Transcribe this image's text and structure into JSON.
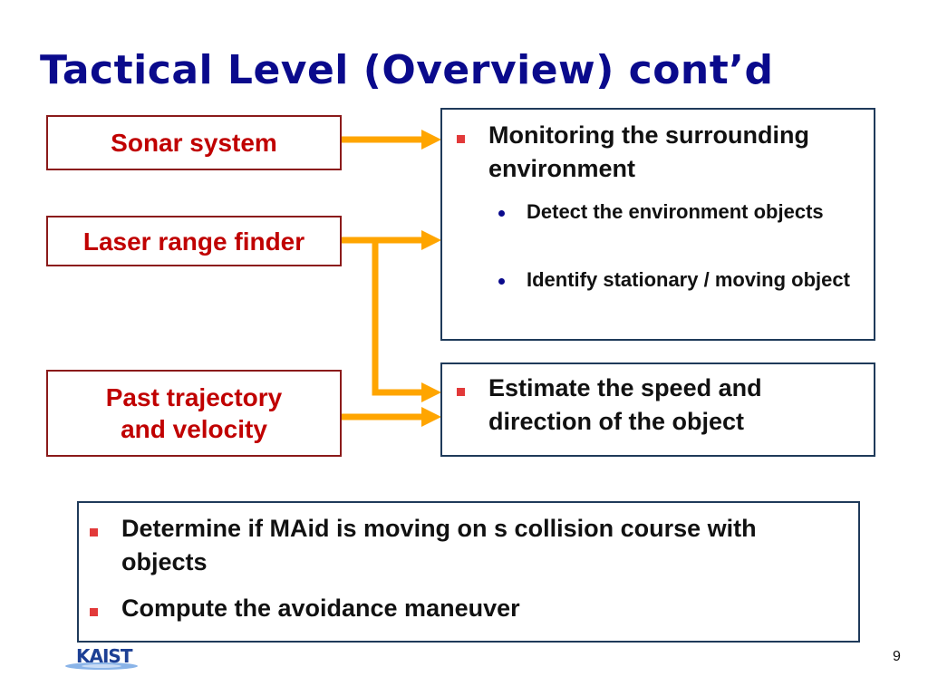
{
  "title": "Tactical Level (Overview) cont’d",
  "sources": {
    "sonar": "Sonar system",
    "laser": "Laser range finder",
    "past": "Past trajectory\nand velocity"
  },
  "box1": {
    "main": "Monitoring the surrounding environment",
    "subs": [
      "Detect the environment objects",
      "Identify stationary / moving object"
    ]
  },
  "box2": {
    "main": "Estimate the speed and direction of the object"
  },
  "box3": {
    "items": [
      "Determine if MAid is moving on s collision course with objects",
      "Compute the avoidance maneuver"
    ]
  },
  "footer": {
    "logo": "KAIST",
    "page": "9"
  },
  "colors": {
    "title": "#0a0a8c",
    "source_text": "#c00000",
    "source_border": "#8b1a1a",
    "output_border": "#1f3a5a",
    "arrow": "#ffa500",
    "bullet_square": "#e23a3a",
    "bullet_dot": "#0a0a8c"
  }
}
